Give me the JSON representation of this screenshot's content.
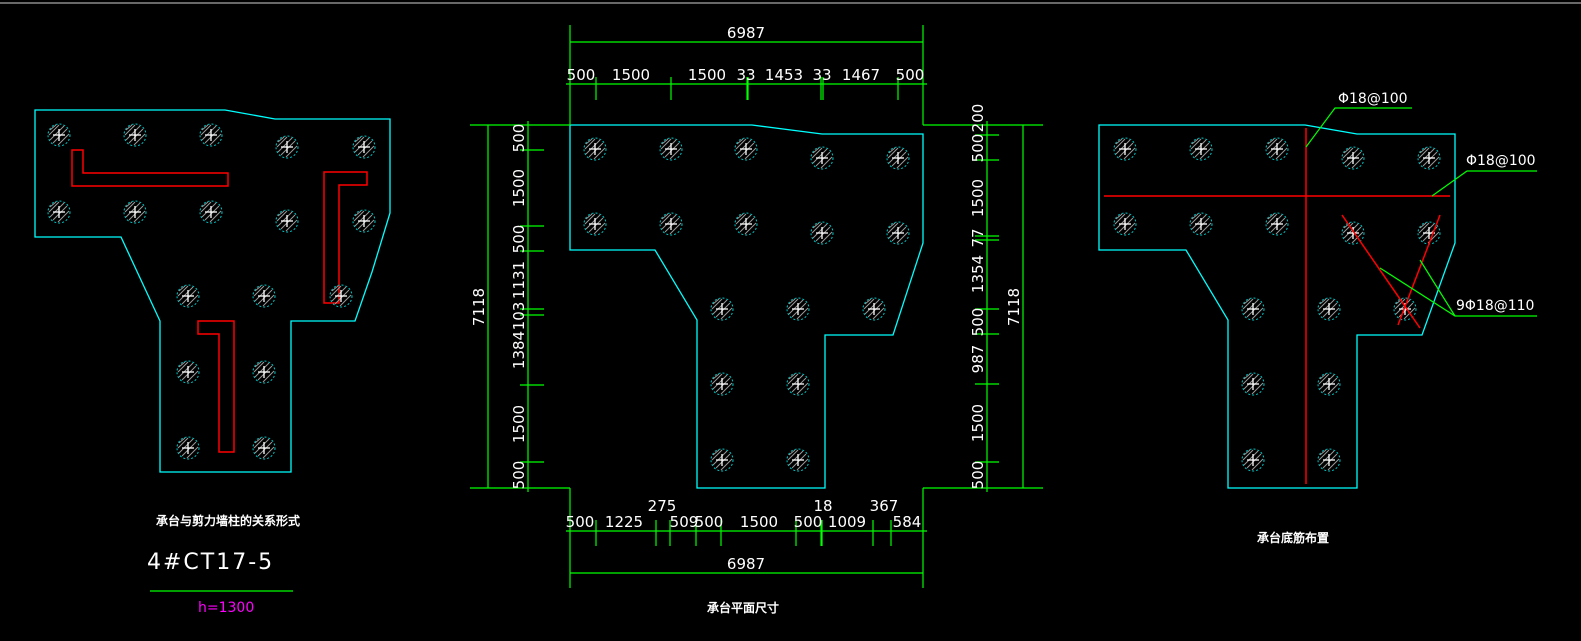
{
  "colors": {
    "outline": "#00ffff",
    "dimension": "#00ff00",
    "wall": "#ff0000",
    "text": "#ffffff",
    "height_text": "#ff00ff",
    "background": "#000000"
  },
  "left_panel": {
    "caption": "承台与剪力墙柱的关系形式",
    "title": "4#CT17-5",
    "height_label": "h=1300"
  },
  "middle_panel": {
    "caption": "承台平面尺寸",
    "top_total": "6987",
    "top_segments": [
      "500",
      "1500",
      "1500",
      "33",
      "1453",
      "33",
      "1467",
      "500"
    ],
    "bottom_total": "6987",
    "bottom_segments": [
      "500",
      "1225",
      "275",
      "509",
      "500",
      "1500",
      "500",
      "18",
      "1009",
      "367",
      "584"
    ],
    "left_total": "7118",
    "left_segments": [
      "500",
      "1500",
      "500",
      "1131",
      "103",
      "1384",
      "1500",
      "500"
    ],
    "right_total": "7118",
    "right_segments": [
      "200",
      "500",
      "1500",
      "77",
      "1354",
      "500",
      "987",
      "1500",
      "500"
    ]
  },
  "right_panel": {
    "caption": "承台底筋布置",
    "rebar_labels": [
      "Φ18@100",
      "Φ18@100",
      "9Φ18@110"
    ]
  },
  "icons": {
    "pile": "pile-symbol-icon"
  }
}
